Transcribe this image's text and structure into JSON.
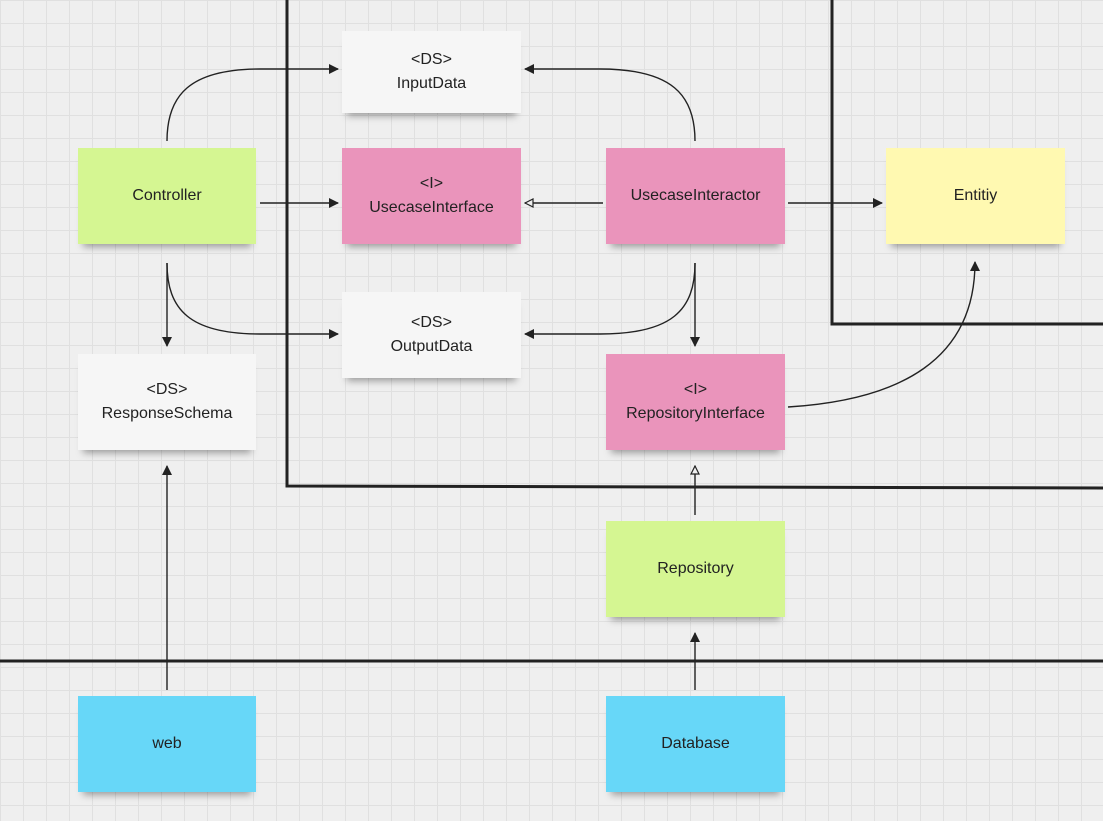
{
  "notes": {
    "input_data": {
      "stereotype": "<DS>",
      "name": "InputData"
    },
    "controller": {
      "name": "Controller"
    },
    "usecase_interface": {
      "stereotype": "<I>",
      "name": "UsecaseInterface"
    },
    "usecase_interactor": {
      "name": "UsecaseInteractor"
    },
    "entity": {
      "name": "Entitiy"
    },
    "output_data": {
      "stereotype": "<DS>",
      "name": "OutputData"
    },
    "response_schema": {
      "stereotype": "<DS>",
      "name": "ResponseSchema"
    },
    "repository_interface": {
      "stereotype": "<I>",
      "name": "RepositoryInterface"
    },
    "repository": {
      "name": "Repository"
    },
    "web": {
      "name": "web"
    },
    "database": {
      "name": "Database"
    }
  },
  "colors": {
    "adapter_green": "#d5f692",
    "usecase_pink": "#ea94bb",
    "data_white": "#f6f6f6",
    "entity_yellow": "#fff9b1",
    "external_blue": "#67d7f8",
    "line": "#222222"
  }
}
